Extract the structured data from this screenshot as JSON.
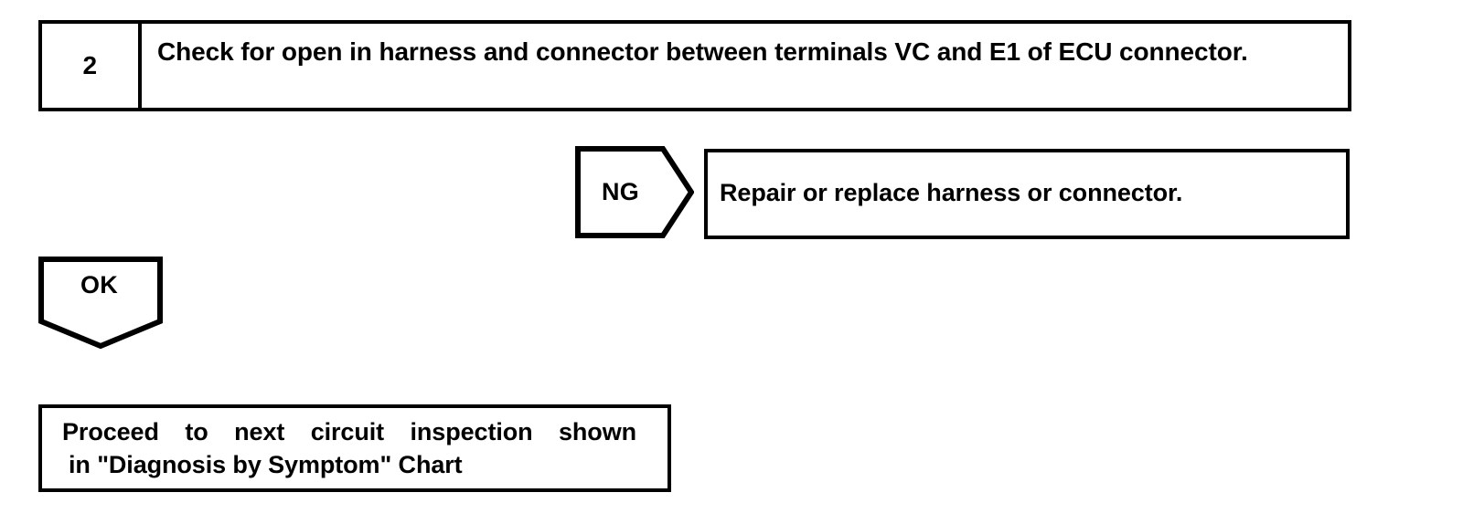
{
  "diagram": {
    "type": "troubleshooting-flowchart",
    "stroke_color": "#000000",
    "background_color": "#ffffff",
    "step": {
      "number": "2",
      "instruction": "Check for open in harness and connector between terminals VC and E1 of ECU connector."
    },
    "branches": [
      {
        "result_label": "NG",
        "shape": "pentagon-right",
        "action": "Repair or replace harness or connector."
      },
      {
        "result_label": "OK",
        "shape": "pentagon-down",
        "action_line1": "Proceed to next circuit inspection shown",
        "action_line2": "in \"Diagnosis by Symptom\" Chart"
      }
    ]
  }
}
